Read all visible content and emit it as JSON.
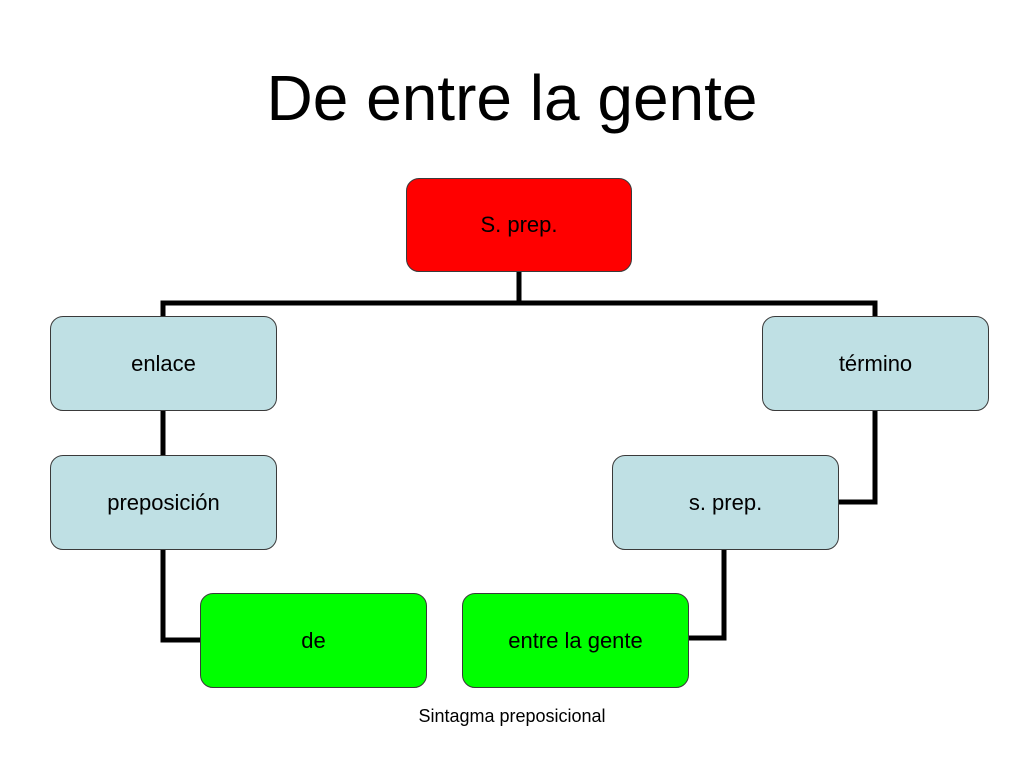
{
  "title": "De entre la gente",
  "nodes": {
    "root": {
      "label": "S. prep.",
      "color": "#ff0000"
    },
    "enlace": {
      "label": "enlace",
      "color": "#bfe0e4"
    },
    "termino": {
      "label": "término",
      "color": "#bfe0e4"
    },
    "preposicion": {
      "label": "preposición",
      "color": "#bfe0e4"
    },
    "sprep": {
      "label": "s. prep.",
      "color": "#bfe0e4"
    },
    "de": {
      "label": "de",
      "color": "#00ff00"
    },
    "entre": {
      "label": "entre la gente",
      "color": "#00ff00"
    }
  },
  "caption": "Sintagma preposicional"
}
